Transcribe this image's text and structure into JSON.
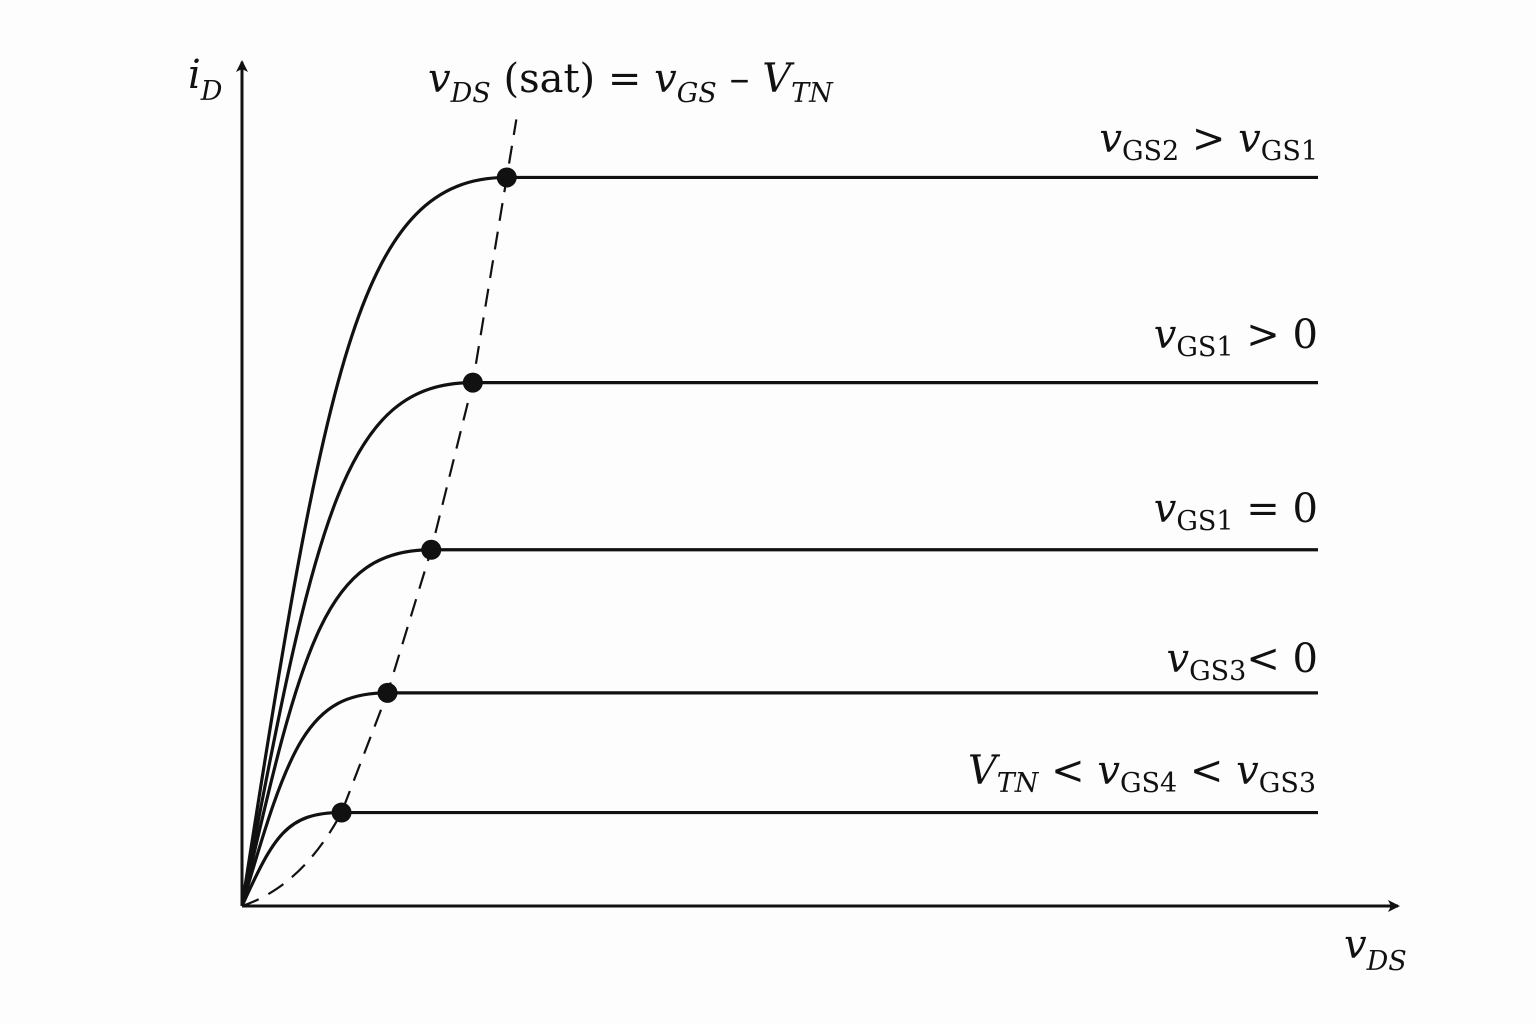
{
  "diagram": {
    "kind": "MOSFET output characteristics (iD vs vDS)",
    "colors": {
      "ink": "#111111",
      "background": "#fdfdfd"
    },
    "axes": {
      "y": {
        "symbol": "i",
        "sub": "D"
      },
      "x": {
        "symbol": "v",
        "sub": "DS"
      }
    },
    "sat_boundary": {
      "style": "dashed",
      "parts": {
        "v1": "v",
        "sub1": "DS",
        "sat": " (sat) = ",
        "v2": "v",
        "sub2": "GS",
        "minus": " – ",
        "V": "V",
        "sub3": "TN"
      }
    },
    "curves": [
      {
        "id": "vgs2",
        "sat_point": [
          0.242,
          0.998
        ],
        "label": {
          "a": "v",
          "asub": "GS2",
          "rel": " > ",
          "b": "v",
          "bsub": "GS1"
        }
      },
      {
        "id": "vgs1-pos",
        "sat_point": [
          0.211,
          0.717
        ],
        "label": {
          "a": "v",
          "asub": "GS1",
          "rel": " > 0"
        }
      },
      {
        "id": "vgs1-zero",
        "sat_point": [
          0.173,
          0.488
        ],
        "label": {
          "a": "v",
          "asub": "GS1",
          "rel": " = 0"
        }
      },
      {
        "id": "vgs3",
        "sat_point": [
          0.133,
          0.292
        ],
        "label": {
          "a": "v",
          "asub": "GS3",
          "rel": "< 0"
        }
      },
      {
        "id": "vgs4",
        "sat_point": [
          0.091,
          0.128
        ],
        "label": {
          "a0": "V",
          "a0sub": "TN",
          "mid": " < ",
          "a": "v",
          "asub": "GS4",
          "rel": " < ",
          "b": "v",
          "bsub": "GS3"
        }
      }
    ]
  }
}
